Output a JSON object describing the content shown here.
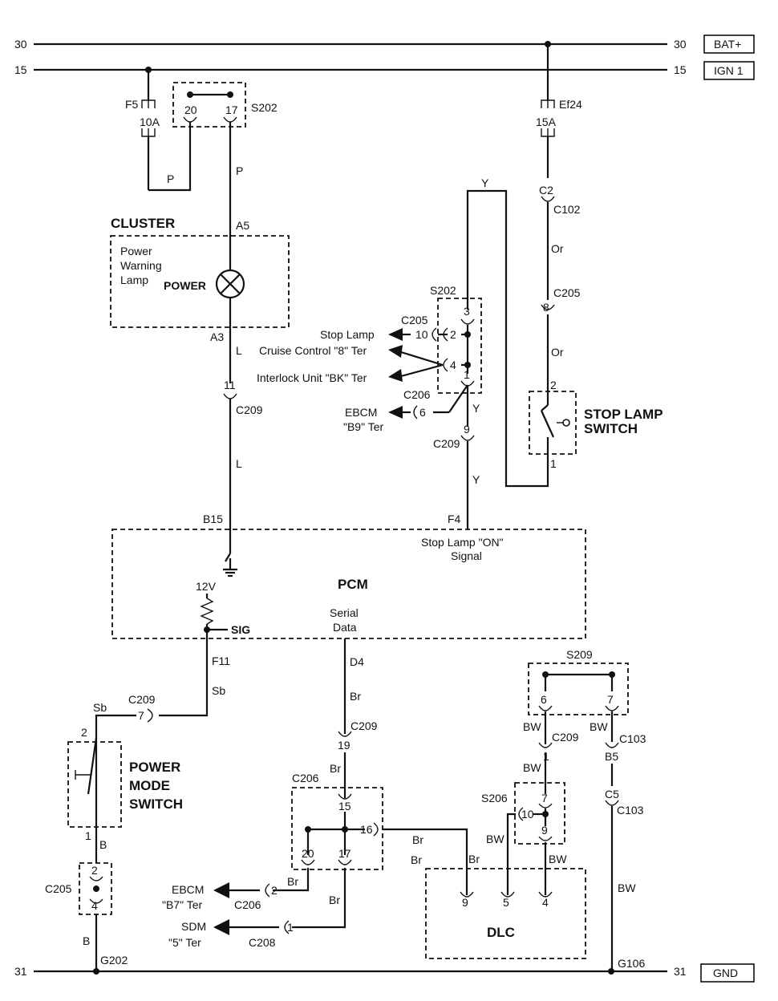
{
  "rails": {
    "bat_left": "30",
    "bat_right": "30",
    "bat_label": "BAT+",
    "ign_left": "15",
    "ign_right": "15",
    "ign_label": "IGN 1",
    "gnd_left": "31",
    "gnd_right": "31",
    "gnd_label": "GND"
  },
  "fuses": {
    "f5_name": "F5",
    "f5_rating": "10A",
    "ef24_name": "Ef24",
    "ef24_rating": "15A"
  },
  "splices": {
    "s202_top": "S202",
    "s202_top_pin1": "20",
    "s202_top_pin2": "17",
    "s202_mid": "S202",
    "s202_mid_pin3": "3",
    "s202_mid_pin2": "2",
    "s202_mid_pin4": "4",
    "s202_mid_pin1": "1",
    "s209": "S209",
    "s209_pin6": "6",
    "s209_pin7": "7",
    "s206": "S206",
    "s206_pin7": "7",
    "s206_pin10": "10",
    "s206_pin9": "9"
  },
  "wires": {
    "p1": "P",
    "p2": "P",
    "l1": "L",
    "l2": "L",
    "y1": "Y",
    "y2": "Y",
    "y3": "Y",
    "or1": "Or",
    "or2": "Or",
    "sb1": "Sb",
    "sb2": "Sb",
    "b1": "B",
    "b2": "B",
    "br1": "Br",
    "br2": "Br",
    "br3": "Br",
    "br4": "Br",
    "br5": "Br",
    "br6": "Br",
    "br7": "Br",
    "bw1": "BW",
    "bw2": "BW",
    "bw3": "BW",
    "bw4": "BW",
    "bw5": "BW",
    "bw6": "BW"
  },
  "cluster": {
    "title": "CLUSTER",
    "lamp_line1": "Power",
    "lamp_line2": "Warning",
    "lamp_line3": "Lamp",
    "lamp_label": "POWER",
    "pin_a5": "A5",
    "pin_a3": "A3"
  },
  "connectors": {
    "c209_11": "11",
    "c209_a": "C209",
    "c205_top": "C205",
    "c205_pin10": "10",
    "c206_mid": "C206",
    "c206_pin6": "6",
    "c209_9": "9",
    "c209_b": "C209",
    "c2": "C2",
    "c102": "C102",
    "c205_8": "8",
    "c205_b": "C205",
    "c209_7": "7",
    "c209_c": "C209",
    "c209_19": "19",
    "c209_d": "C209",
    "c206_box": "C206",
    "c206_pin15": "15",
    "c206_pin16": "16",
    "c206_pin20": "20",
    "c206_pin17": "17",
    "c206_pin2": "2",
    "c206_low": "C206",
    "c208_pin1": "1",
    "c208": "C208",
    "c209_1": "1",
    "c209_e": "C209",
    "c103_b5": "B5",
    "c103_a": "C103",
    "c103_c5": "C5",
    "c103_b": "C103",
    "c205_box": "C205",
    "c205_pin2": "2",
    "c205_pin4": "4",
    "g202": "G202",
    "g106": "G106"
  },
  "targets": {
    "stop_lamp": "Stop Lamp",
    "cruise": "Cruise Control \"8\" Ter",
    "interlock": "Interlock Unit \"BK\" Ter",
    "ebcm1_l1": "EBCM",
    "ebcm1_l2": "\"B9\" Ter",
    "ebcm2_l1": "EBCM",
    "ebcm2_l2": "\"B7\" Ter",
    "sdm_l1": "SDM",
    "sdm_l2": "\"5\" Ter"
  },
  "stop_lamp_switch": {
    "line1": "STOP LAMP",
    "line2": "SWITCH",
    "pin2": "2",
    "pin1": "1"
  },
  "pcm": {
    "title": "PCM",
    "pin_b15": "B15",
    "pin_f4": "F4",
    "signal_l1": "Stop Lamp \"ON\"",
    "signal_l2": "Signal",
    "v12": "12V",
    "sig": "SIG",
    "serial_l1": "Serial",
    "serial_l2": "Data",
    "pin_f11": "F11",
    "pin_d4": "D4"
  },
  "power_mode_switch": {
    "line1": "POWER",
    "line2": "MODE",
    "line3": "SWITCH",
    "pin2": "2",
    "pin1": "1"
  },
  "dlc": {
    "title": "DLC",
    "pin9": "9",
    "pin5": "5",
    "pin4": "4"
  }
}
